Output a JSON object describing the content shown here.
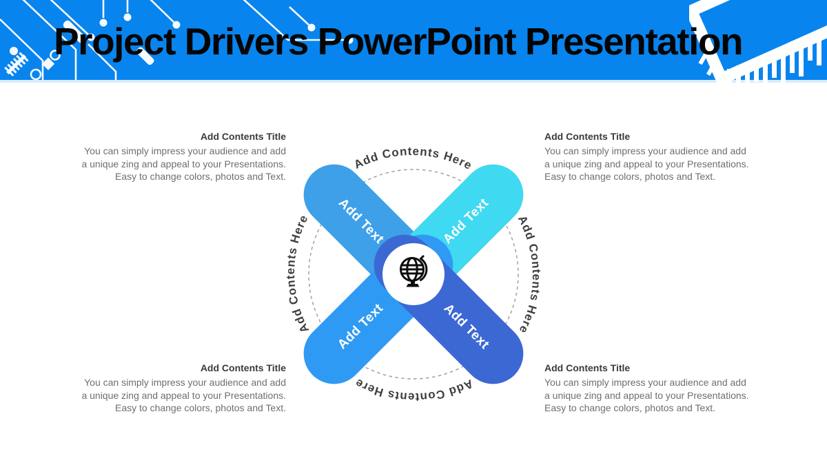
{
  "slide": {
    "title": "Project Drivers PowerPoint Presentation"
  },
  "theme": {
    "header_blue": "#0884ee",
    "header_strip_blue": "#d8ecfd",
    "title_color": "#050505",
    "arc_text_color": "#3e3e3e",
    "block_title_color": "#3b3b3b",
    "block_body_color": "#6e6e6e",
    "decoration_color": "#ffffff"
  },
  "diagram": {
    "arc_label": "Add Contents Here",
    "center_icon": "globe-icon",
    "pills": [
      {
        "id": "top-left",
        "label": "Add Text",
        "color": "#3EA0E8"
      },
      {
        "id": "top-right",
        "label": "Add Text",
        "color": "#3FD9F2"
      },
      {
        "id": "bottom-left",
        "label": "Add Text",
        "color": "#2F9AF4"
      },
      {
        "id": "bottom-right",
        "label": "Add Text",
        "color": "#3C68D4"
      }
    ]
  },
  "content_blocks": [
    {
      "position": "top-left",
      "title": "Add Contents Title",
      "lines": [
        "You can simply impress your audience and add",
        "a unique zing and appeal to your Presentations.",
        "Easy to change colors, photos and Text."
      ]
    },
    {
      "position": "top-right",
      "title": "Add Contents Title",
      "lines": [
        "You can simply impress your audience and add",
        "a unique zing and appeal to your Presentations.",
        "Easy to change colors, photos and Text."
      ]
    },
    {
      "position": "bottom-left",
      "title": "Add Contents Title",
      "lines": [
        "You can simply impress your audience and add",
        "a unique zing and appeal to your Presentations.",
        "Easy to change colors, photos and Text."
      ]
    },
    {
      "position": "bottom-right",
      "title": "Add Contents Title",
      "lines": [
        "You can simply impress your audience and add",
        "a unique zing and appeal to your Presentations.",
        "Easy to change colors, photos and Text."
      ]
    }
  ]
}
